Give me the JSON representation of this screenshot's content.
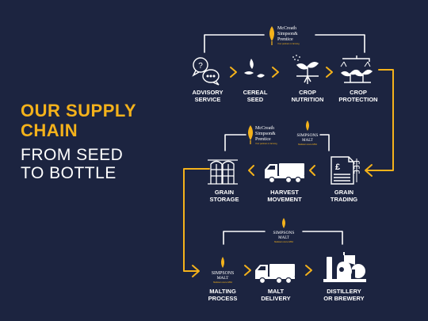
{
  "title": {
    "line1": "OUR SUPPLY",
    "line2": "CHAIN",
    "line3": "FROM SEED",
    "line4": "TO BOTTLE"
  },
  "brands": {
    "msp": {
      "name_line1": "McCreath",
      "name_line2": "Simpson&",
      "name_line3": "Prentice",
      "tagline": "Your partners in farming"
    },
    "simpsons": {
      "name_line1": "SIMPSONS",
      "name_line2": "MALT",
      "tagline": "Maltsters since 1862"
    }
  },
  "steps": {
    "advisory": {
      "line1": "ADVISORY",
      "line2": "SERVICE"
    },
    "cereal": {
      "line1": "CEREAL",
      "line2": "SEED"
    },
    "nutrition": {
      "line1": "CROP",
      "line2": "NUTRITION"
    },
    "protection": {
      "line1": "CROP",
      "line2": "PROTECTION"
    },
    "trading": {
      "line1": "GRAIN",
      "line2": "TRADING"
    },
    "harvest": {
      "line1": "HARVEST",
      "line2": "MOVEMENT"
    },
    "storage": {
      "line1": "GRAIN",
      "line2": "STORAGE"
    },
    "malting": {
      "line1": "MALTING",
      "line2": "PROCESS"
    },
    "delivery": {
      "line1": "MALT",
      "line2": "DELIVERY"
    },
    "distillery": {
      "line1": "DISTILLERY",
      "line2": "OR BREWERY"
    }
  },
  "icons": {
    "advisory": "speech-bubbles-icon",
    "cereal": "seed-icon",
    "nutrition": "sprout-roots-icon",
    "protection": "sprayer-plants-icon",
    "trading": "invoice-pound-icon",
    "harvest": "truck-icon",
    "storage": "silos-icon",
    "malting": "simpsons-malt-logo",
    "delivery": "truck-icon",
    "distillery": "still-icon"
  },
  "colors": {
    "background": "#1c2440",
    "accent": "#f4b21b",
    "text": "#ffffff"
  }
}
